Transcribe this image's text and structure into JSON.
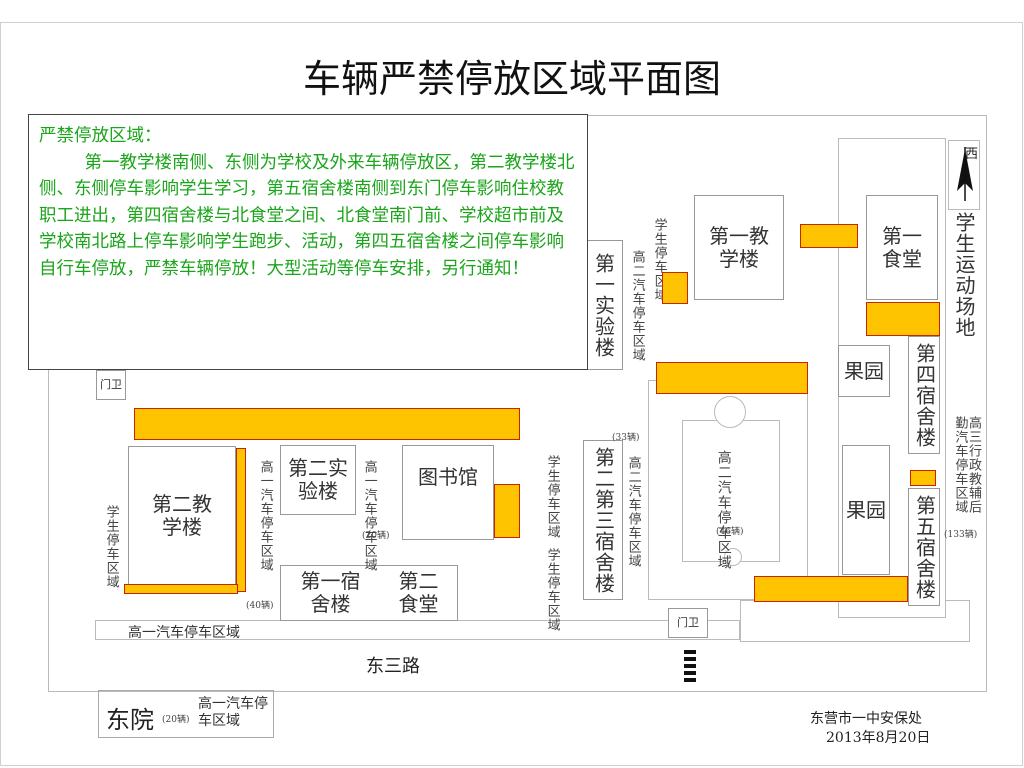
{
  "title": "车辆严禁停放区域平面图",
  "notice": {
    "heading": "严禁停放区域：",
    "body": "第一教学楼南侧、东侧为学校及外来车辆停放区，第二教学楼北侧、东侧停车影响学生学习，第五宿舍楼南侧到东门停车影响住校教职工进出，第四宿舍楼与北食堂之间、北食堂南门前、学校超市前及学校南北路上停车影响学生跑步、活动，第四五宿舍楼之间停车影响自行车停放，严禁车辆停放！大型活动等停车安排，另行通知！"
  },
  "map": {
    "compass_label": "西",
    "sports_field": "学生运动场地",
    "buildings": {
      "teach1": "第一教学楼",
      "canteen1": "第一食堂",
      "lab1": "第一实验楼",
      "orchard1": "果园",
      "dorm4": "第四宿舍楼",
      "orchard2": "果园",
      "dorm5": "第五宿舍楼",
      "teach2": "第二教学楼",
      "lab2": "第二实验楼",
      "library": "图书馆",
      "dorm1": "第一宿舍楼",
      "canteen2": "第二食堂",
      "dorm3": "第二第三宿舍楼",
      "gate_west": "门卫",
      "gate_south": "门卫"
    },
    "parking_labels": {
      "student_parking_1": "学生停车区域",
      "senior2_parking_1": "高二汽车停车区域",
      "senior2_count_1": "(33辆)",
      "student_parking_2": "学生停车区域",
      "student_parking_3": "学生停车区域",
      "senior2_parking_2": "高二汽车停车区域",
      "senior2_parking_center": "高二汽车停车区域",
      "senior2_count_center": "(46辆)",
      "senior1_parking_a": "高一汽车停车区域",
      "senior1_count_a": "(40辆)",
      "senior1_parking_b": "高一汽车停车区域",
      "senior1_count_b": "(20辆)",
      "student_parking_west": "学生停车区域",
      "senior1_bottom": "高一汽车停车区域",
      "senior3_logistics": "高三行政教辅后勤汽车停车区域",
      "senior3_count": "(133辆)"
    },
    "road_name": "东三路"
  },
  "east_campus": {
    "name": "东院",
    "count": "(20辆)",
    "label": "高一汽车停车区域"
  },
  "footer": {
    "org": "东营市一中安保处",
    "date": "2013年8月20日"
  },
  "colors": {
    "no_parking_fill": "#ffc400",
    "no_parking_border": "#cc2200",
    "notice_text": "#1aa51a"
  }
}
